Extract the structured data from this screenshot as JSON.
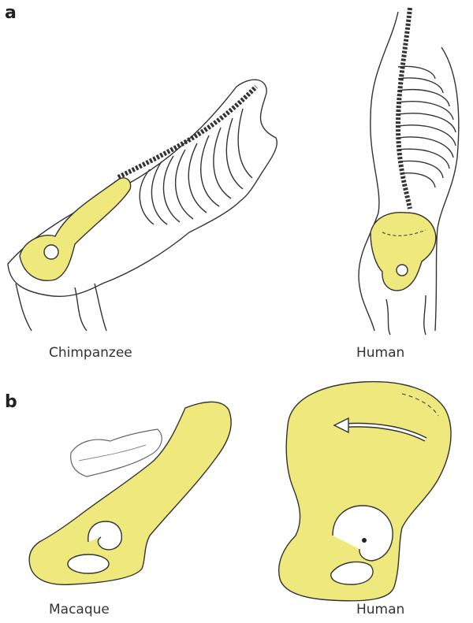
{
  "panels": {
    "a": {
      "letter": "a",
      "left_caption": "Chimpanzee",
      "right_caption": "Human"
    },
    "b": {
      "letter": "b",
      "left_caption": "Macaque",
      "right_caption": "Human"
    }
  },
  "colors": {
    "bone_yellow": "#efe87c",
    "line": "#333333",
    "background": "#ffffff"
  }
}
